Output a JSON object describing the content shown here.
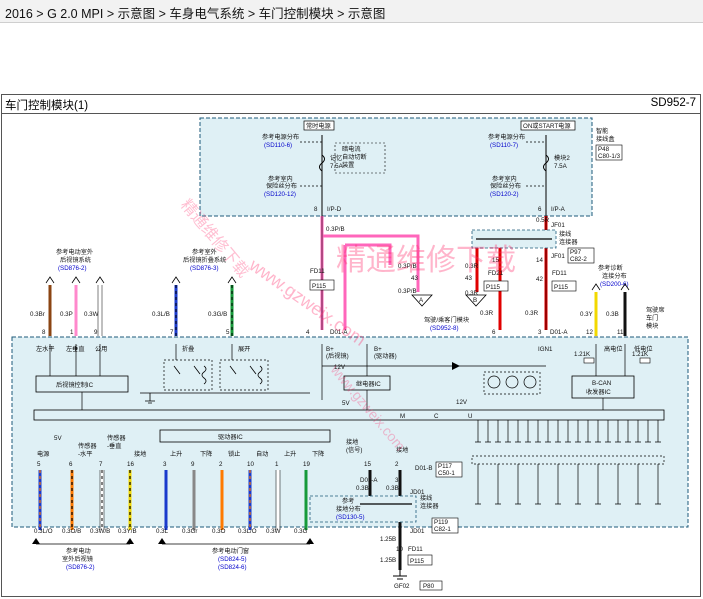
{
  "breadcrumb": {
    "items": [
      "2016",
      "G 2.0 MPI",
      "示意图",
      "车身电气系统",
      "车门控制模块",
      "示意图"
    ],
    "separator": " > "
  },
  "diagram": {
    "title": "车门控制模块(1)",
    "code": "SD952-7"
  },
  "power": {
    "always_hot": "常时电源",
    "on_start": "ON或START电源",
    "smart_junction": [
      "智能",
      "接线盒"
    ],
    "smart_junction_ref": [
      "P48",
      "C80-1/3"
    ],
    "ref_power_left": [
      "参考电源分布",
      "(SD110-6)"
    ],
    "ref_power_right": [
      "参考电源分布",
      "(SD110-7)"
    ],
    "ref_ground_left": [
      "参考室内",
      "保险丝分布",
      "(SD120-12)"
    ],
    "ref_ground_right": [
      "参考室内",
      "保险丝分布",
      "(SD120-2)"
    ],
    "fuse_left": [
      "记忆",
      "7.5A"
    ],
    "fuse_right": [
      "模块2",
      "7.5A"
    ],
    "dark_current": [
      "暗电流",
      "自动切断",
      "装置"
    ],
    "ip_d": "I/P-D",
    "ip_a": "I/P-A",
    "pin_8": "8",
    "pin_6": "6",
    "wire_05r": "0.5R",
    "jf01_a": "JF01",
    "jf01_b": "JF01",
    "joint_conn": [
      "接线",
      "连接器"
    ],
    "joint_ref": [
      "P97",
      "C82-2"
    ]
  },
  "middle": {
    "wire_03pb_top": "0.3P/B",
    "wire_03pb_mid": "0.3P/B",
    "wire_03pb_low": "0.3P/B",
    "wire_03r_a": "0.3R",
    "wire_03r_b": "0.3R",
    "wire_03r_c": "0.3R",
    "wire_03r_d": "0.3R",
    "fd11_left": "FD11",
    "p115_left": "P115",
    "fd21": "FD21",
    "p115_mid": "P115",
    "fd11_right": "FD11",
    "p115_right": "P115",
    "pin_43a": "43",
    "pin_43b": "43",
    "pin_15": "15",
    "pin_14": "14",
    "pin_42": "42",
    "pin_4": "4",
    "pin_6": "6",
    "pin_3": "3",
    "tri_a": "A",
    "tri_b": "B",
    "ref_driver_door": [
      "驾驶/乘客门模块",
      "(SD952-8)"
    ],
    "d01a_left": "D01-A",
    "d01a_right": "D01-A"
  },
  "top_left_refs": {
    "ref_mirror_fold": [
      "参考电动室外",
      "后视镜系统",
      "(SD876-2)"
    ],
    "ref_mirror_fold_short": [
      "参考室外",
      "后视镜折叠系统",
      "(SD876-3)"
    ],
    "ref_diag": [
      "参考诊断",
      "连接分布",
      "(SD200-6)"
    ]
  },
  "top_left_wires": {
    "w1": "0.3Br",
    "w2": "0.3P",
    "w3": "0.3W",
    "w4": "0.3L/B",
    "w5": "0.3G/B",
    "w6": "0.3Y",
    "w7": "0.3B",
    "p1": "8",
    "p2": "1",
    "p3": "9",
    "p4": "7",
    "p5": "5",
    "p6": "12",
    "p7": "11"
  },
  "module": {
    "name": [
      "驾驶席",
      "车门",
      "模块"
    ],
    "pin_labels_top": [
      "左水平",
      "左垂直",
      "公用",
      "折叠",
      "展开",
      "B+",
      "(后视镜)",
      "B+",
      "(驱动器)",
      "IGN1",
      "高电位",
      "低电位"
    ],
    "mirror_ic": "后视镜控制IC",
    "driver_ic": "驱动器IC",
    "relay_ic": "继电器IC",
    "bcan_ic": [
      "B-CAN",
      "收发器IC"
    ],
    "mcu": [
      "M",
      "C",
      "U"
    ],
    "v12_a": "12V",
    "v12_b": "12V",
    "v5_a": "5V",
    "v5_b": "5V",
    "r_a": "1.21K",
    "r_b": "1.21K",
    "bottom_labels": [
      "电源",
      "传感器",
      "-水平",
      "传感器",
      "-垂直",
      "接地",
      "上升",
      "下降",
      "锁止",
      "自动",
      "上升",
      "下降",
      "接地",
      "(信号)",
      "接地"
    ]
  },
  "bottom_wires": {
    "pins": [
      "5",
      "6",
      "7",
      "16",
      "3",
      "9",
      "2",
      "10",
      "1",
      "19",
      "15",
      "2",
      "3"
    ],
    "wires": [
      "0.3L/O",
      "0.3O/B",
      "0.3W/B",
      "0.3Y/B",
      "0.3L",
      "0.3Gr",
      "0.3O",
      "0.3L/O",
      "0.3W",
      "0.3G",
      "0.3B",
      "0.3B",
      "0.3B"
    ],
    "d01a": "D01-A",
    "d01b": "D01-B",
    "p117": [
      "P117",
      "C50-1"
    ],
    "jd01_a": "JD01",
    "jd01_b": "JD01",
    "joint_conn": [
      "接线",
      "连接器"
    ],
    "p119": [
      "P119",
      "C82-1"
    ],
    "ref_ground": [
      "参考",
      "接地分布",
      "(SD130-5)"
    ],
    "w_125b": "1.25B",
    "pin_10": "10",
    "fd11": "FD11",
    "p115": "P115",
    "w_125b_b": "1.25B",
    "gf02": "GF02",
    "p80": "P80",
    "ref_mirror": [
      "参考电动",
      "室外后视镜",
      "(SD876-2)"
    ],
    "ref_door_lock": [
      "参考电动门窗",
      "(SD824-5)",
      "(SD824-6)"
    ]
  },
  "watermark": {
    "main": "精通维修下载",
    "url": "www.gzweix.com",
    "diag": "精通维修下载"
  },
  "colors": {
    "box_fill": "#dff0f5",
    "box_border": "#1d5a7a",
    "link_blue": "#0000cc",
    "wire_pink": "#ff66bb",
    "wire_red": "#e00000",
    "wire_brown": "#8b4513",
    "wire_blue": "#1a3acc",
    "wire_green": "#169a3a",
    "wire_yellow": "#f2d800",
    "wire_orange": "#ff7a00"
  }
}
